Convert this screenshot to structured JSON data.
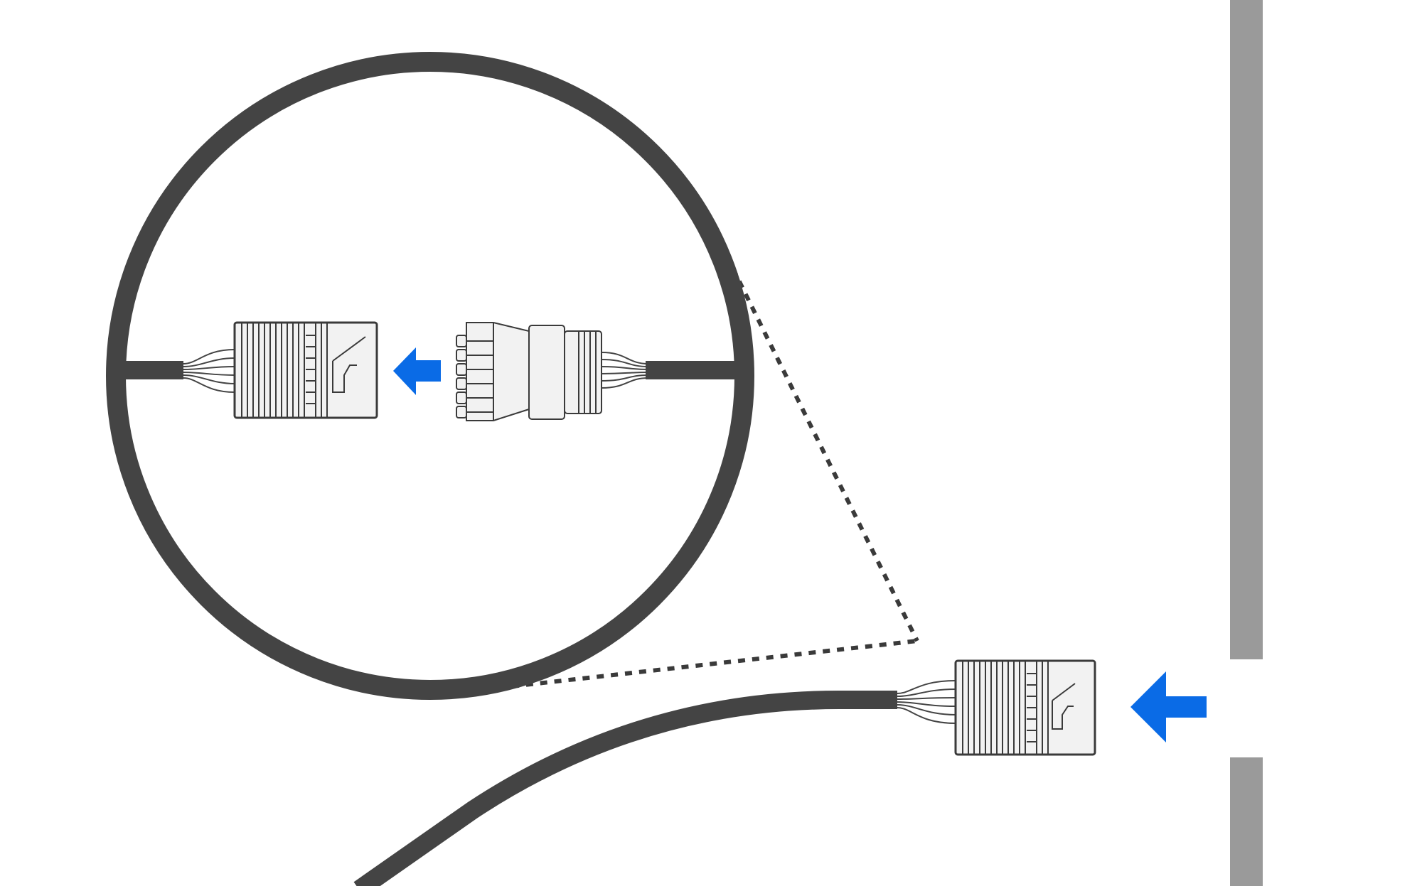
{
  "diagram": {
    "type": "installation-illustration",
    "description_visible_text": "",
    "colors": {
      "cable": "#444444",
      "outline": "#3a3a3a",
      "connector_fill": "#f2f2f2",
      "arrow": "#0a6be6",
      "wall": "#9a9a9a",
      "background": "#ffffff"
    },
    "icons": [
      "magnifier-callout",
      "rj45-coupler",
      "rj45-plug",
      "insert-arrow",
      "wall-port"
    ]
  }
}
